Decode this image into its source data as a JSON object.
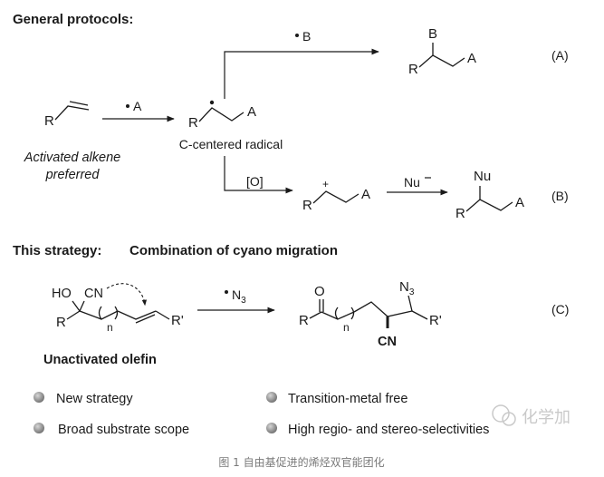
{
  "section_general": "General protocols:",
  "section_strategy": "This strategy:",
  "section_strategy_subtitle": "Combination of cyano migration",
  "reagents": {
    "radical_a": "A",
    "radical_b": "B",
    "oxidant": "[O]",
    "nucleophile": "Nu",
    "azide": "N",
    "azide_subscript": "3"
  },
  "structures": {
    "alkene_r": "R",
    "activated_note_1": "Activated alkene",
    "activated_note_2": "preferred",
    "radical_r": "R",
    "radical_a": "A",
    "radical_label": "C-centered radical",
    "product_a_r": "R",
    "product_a_b": "B",
    "product_a_a": "A",
    "cation_r": "R",
    "cation_a": "A",
    "cation_plus": "+",
    "product_b_r": "R",
    "product_b_nu": "Nu",
    "product_b_a": "A",
    "olefin_ho": "HO",
    "olefin_cn": "CN",
    "olefin_r": "R",
    "olefin_n": "n",
    "olefin_rprime": "R'",
    "olefin_label": "Unactivated olefin",
    "final_o": "O",
    "final_r": "R",
    "final_n": "n",
    "final_n3": "N",
    "final_n3_sub": "3",
    "final_rprime": "R'",
    "final_cn": "CN"
  },
  "routes": {
    "a": "(A)",
    "b": "(B)",
    "c": "(C)"
  },
  "features": [
    "New strategy",
    "Transition-metal free",
    "Broad substrate scope",
    "High regio- and stereo-selectivities"
  ],
  "watermark": "化学加",
  "caption": "图 1 自由基促进的烯烃双官能团化",
  "colors": {
    "ink": "#1a1a1a",
    "bullet": "#7d7d7d",
    "caption": "#7a7a7a"
  }
}
